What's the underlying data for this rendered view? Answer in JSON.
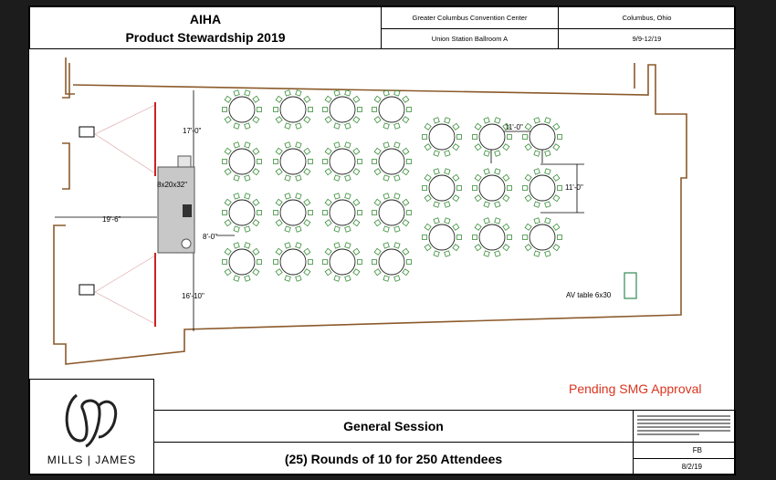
{
  "header": {
    "event_line1": "AIHA",
    "event_line2": "Product Stewardship 2019",
    "venue": "Greater Columbus Convention Center",
    "city": "Columbus, Ohio",
    "room": "Union Station Ballroom A",
    "dates": "9/9-12/19"
  },
  "plan": {
    "dimensions": {
      "top_gap": "17'-0\"",
      "room_depth": "19'-6\"",
      "stage_aisle": "8'-0\"",
      "bottom_gap": "16'-10\"",
      "round_spacing_h": "11'-0\"",
      "round_spacing_v": "11'-0\""
    },
    "stage_label": "8x20x32\"",
    "av_table_label": "AV table 6x30",
    "pending_note": "Pending SMG Approval",
    "colors": {
      "chairs": "#3a8f3a",
      "screens": "#cc2222",
      "av_table": "#2e8b57",
      "pending": "#d9341f",
      "stage": "#c8c8c8"
    }
  },
  "titleblock": {
    "logo_text": "MILLS | JAMES",
    "session_title": "General Session",
    "session_subtitle": "(25) Rounds of 10 for 250 Attendees",
    "drawn_by": "FB",
    "revision_date": "8/2/19"
  }
}
